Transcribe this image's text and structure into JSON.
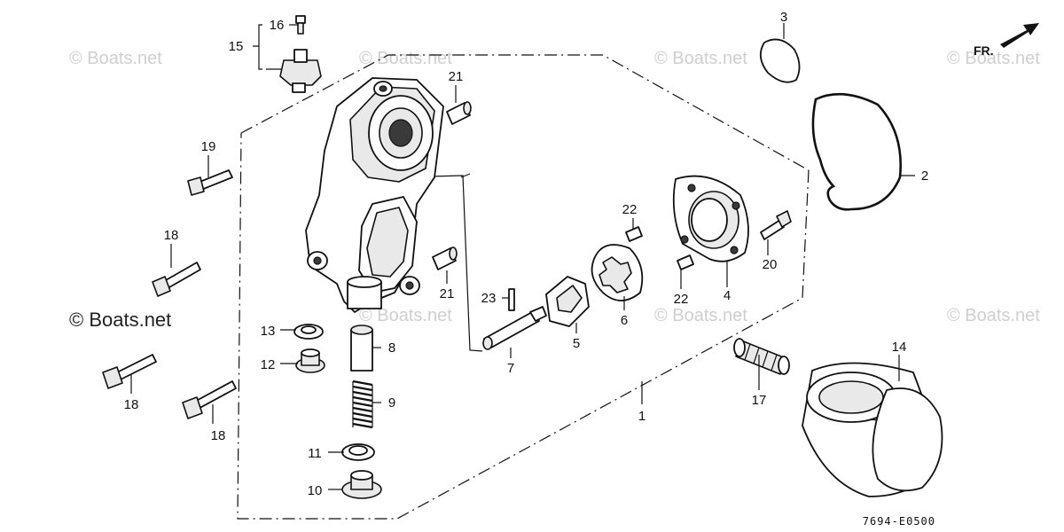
{
  "watermark": "© Boats.net",
  "direction_label": "FR.",
  "diagram_code": "7694-E0500",
  "part_labels": {
    "p1": "1",
    "p2": "2",
    "p3": "3",
    "p4": "4",
    "p5": "5",
    "p6": "6",
    "p7": "7",
    "p8": "8",
    "p9": "9",
    "p10": "10",
    "p11": "11",
    "p12": "12",
    "p13": "13",
    "p14": "14",
    "p15": "15",
    "p16": "16",
    "p17": "17",
    "p18a": "18",
    "p18b": "18",
    "p18c": "18",
    "p19": "19",
    "p20": "20",
    "p21a": "21",
    "p21b": "21",
    "p22a": "22",
    "p22b": "22",
    "p23": "23"
  }
}
